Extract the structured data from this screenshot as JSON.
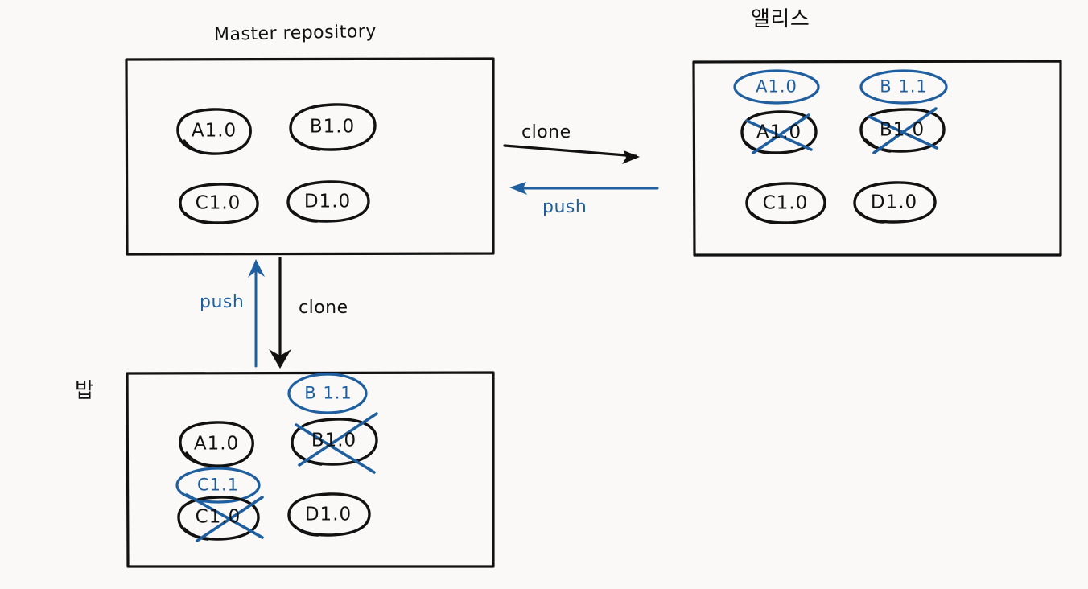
{
  "diagram": {
    "title": "Git master repository / Alice / Bob clone-push diagram",
    "background_color": "#faf9f8",
    "ink_black": "#111111",
    "ink_blue": "#1f5fa0"
  },
  "boxes": {
    "master": {
      "title": "Master  repository",
      "nodes": [
        {
          "label": "A1.0",
          "color": "black",
          "struck": false
        },
        {
          "label": "B1.0",
          "color": "black",
          "struck": false
        },
        {
          "label": "C1.0",
          "color": "black",
          "struck": false
        },
        {
          "label": "D1.0",
          "color": "black",
          "struck": false
        }
      ]
    },
    "alice": {
      "title": "앨리스",
      "nodes": [
        {
          "label": "A1.0",
          "color": "blue",
          "struck": false
        },
        {
          "label": "B 1.1",
          "color": "blue",
          "struck": false
        },
        {
          "label": "A1.0",
          "color": "black",
          "struck": true
        },
        {
          "label": "B1.0",
          "color": "black",
          "struck": true
        },
        {
          "label": "C1.0",
          "color": "black",
          "struck": false
        },
        {
          "label": "D1.0",
          "color": "black",
          "struck": false
        }
      ]
    },
    "bob": {
      "title": "밥",
      "nodes": [
        {
          "label": "B 1.1",
          "color": "blue",
          "struck": false
        },
        {
          "label": "A1.0",
          "color": "black",
          "struck": false
        },
        {
          "label": "B1.0",
          "color": "black",
          "struck": true
        },
        {
          "label": "C1.1",
          "color": "blue",
          "struck": false
        },
        {
          "label": "C1.0",
          "color": "black",
          "struck": true
        },
        {
          "label": "D1.0",
          "color": "black",
          "struck": false
        }
      ]
    }
  },
  "edges": {
    "master_to_alice_clone": {
      "label": "clone",
      "color": "black",
      "direction": "right"
    },
    "alice_to_master_push": {
      "label": "push",
      "color": "blue",
      "direction": "left"
    },
    "bob_to_master_push": {
      "label": "push",
      "color": "blue",
      "direction": "up"
    },
    "master_to_bob_clone": {
      "label": "clone",
      "color": "black",
      "direction": "down"
    }
  }
}
